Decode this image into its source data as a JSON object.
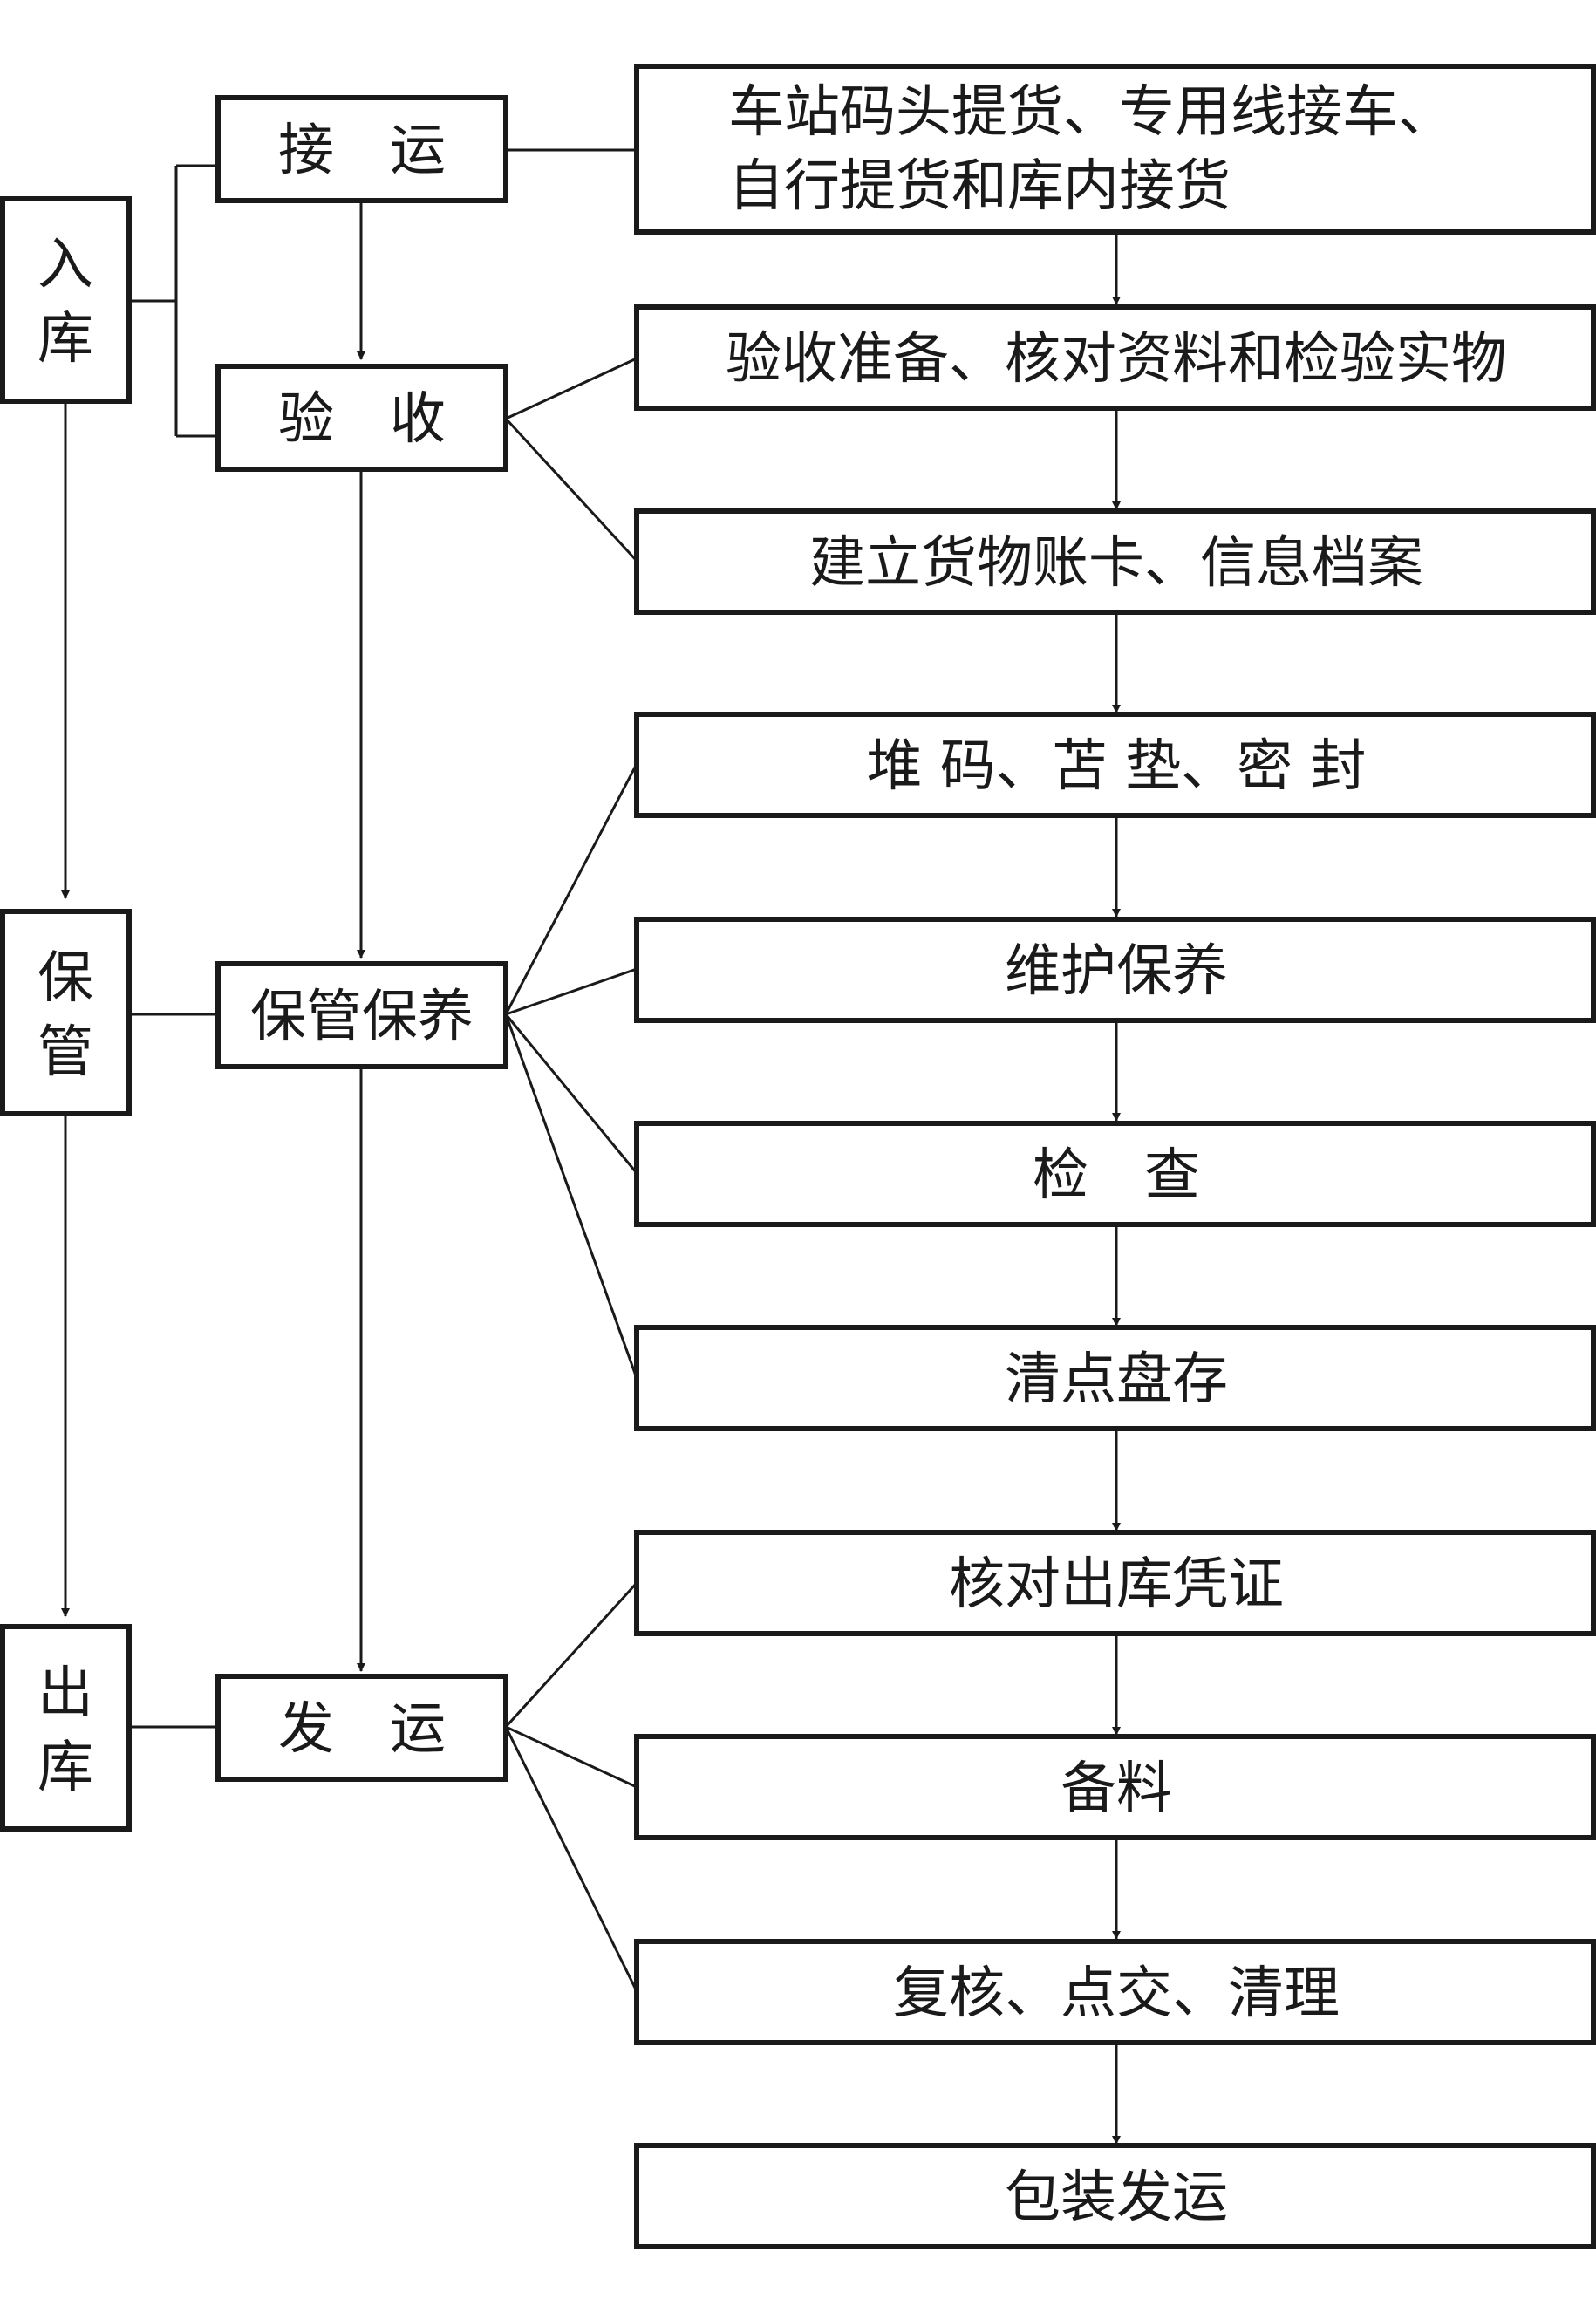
{
  "phases": {
    "inbound": [
      "入",
      "库"
    ],
    "storage": [
      "保",
      "管"
    ],
    "outbound": [
      "出",
      "库"
    ]
  },
  "stages": {
    "receive_transport": "接　运",
    "inspection": "验　收",
    "storage_maintenance": "保管保养",
    "dispatch": "发　运"
  },
  "steps": {
    "pickup_line1": "车站码头提货、专用线接车、",
    "pickup_line2": "自行提货和库内接货",
    "inspection_prep": "验收准备、核对资料和检验实物",
    "ledger_records": "建立货物账卡、信息档案",
    "stacking": "堆 码、苫 垫、密 封",
    "maintenance": "维护保养",
    "check": "检　查",
    "stocktake": "清点盘存",
    "verify_voucher": "核对出库凭证",
    "prepare_materials": "备料",
    "recheck_handover": "复核、点交、清理",
    "pack_ship": "包装发运"
  }
}
